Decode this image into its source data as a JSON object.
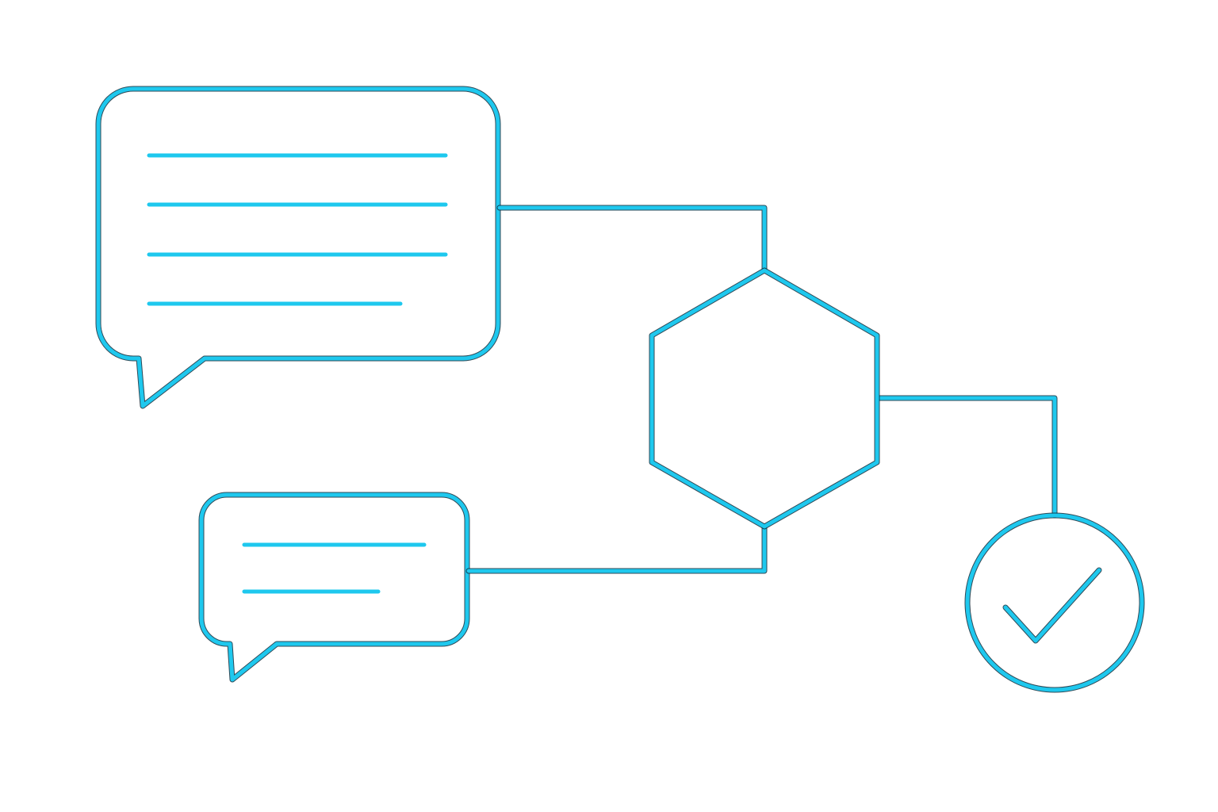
{
  "colors": {
    "accent": "#1ec8ee",
    "outline": "#0d2a3a",
    "background": "#ffffff"
  },
  "diagram": {
    "nodes": [
      {
        "id": "message-large",
        "shape": "speech-bubble",
        "text_lines": 4
      },
      {
        "id": "message-small",
        "shape": "speech-bubble",
        "text_lines": 2
      },
      {
        "id": "processor",
        "shape": "hexagon"
      },
      {
        "id": "result",
        "shape": "circle",
        "icon": "check-icon"
      }
    ],
    "edges": [
      {
        "from": "message-large",
        "to": "processor"
      },
      {
        "from": "message-small",
        "to": "processor"
      },
      {
        "from": "processor",
        "to": "result"
      }
    ]
  }
}
